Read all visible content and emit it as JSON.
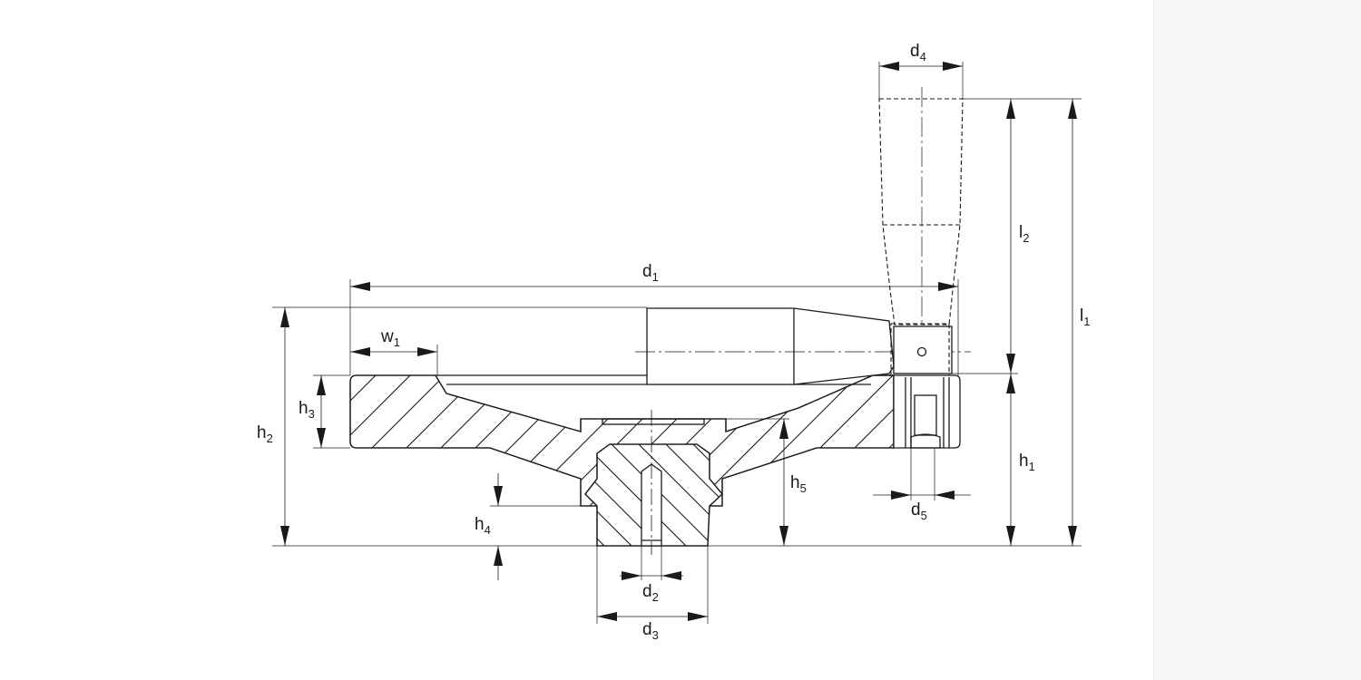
{
  "drawing": {
    "labels": {
      "d1": {
        "base": "d",
        "sub": "1"
      },
      "d2": {
        "base": "d",
        "sub": "2"
      },
      "d3": {
        "base": "d",
        "sub": "3"
      },
      "d4": {
        "base": "d",
        "sub": "4"
      },
      "d5": {
        "base": "d",
        "sub": "5"
      },
      "w1": {
        "base": "w",
        "sub": "1"
      },
      "h1": {
        "base": "h",
        "sub": "1"
      },
      "h2": {
        "base": "h",
        "sub": "2"
      },
      "h3": {
        "base": "h",
        "sub": "3"
      },
      "h4": {
        "base": "h",
        "sub": "4"
      },
      "h5": {
        "base": "h",
        "sub": "5"
      },
      "l1": {
        "base": "l",
        "sub": "1"
      },
      "l2": {
        "base": "l",
        "sub": "2"
      }
    }
  }
}
